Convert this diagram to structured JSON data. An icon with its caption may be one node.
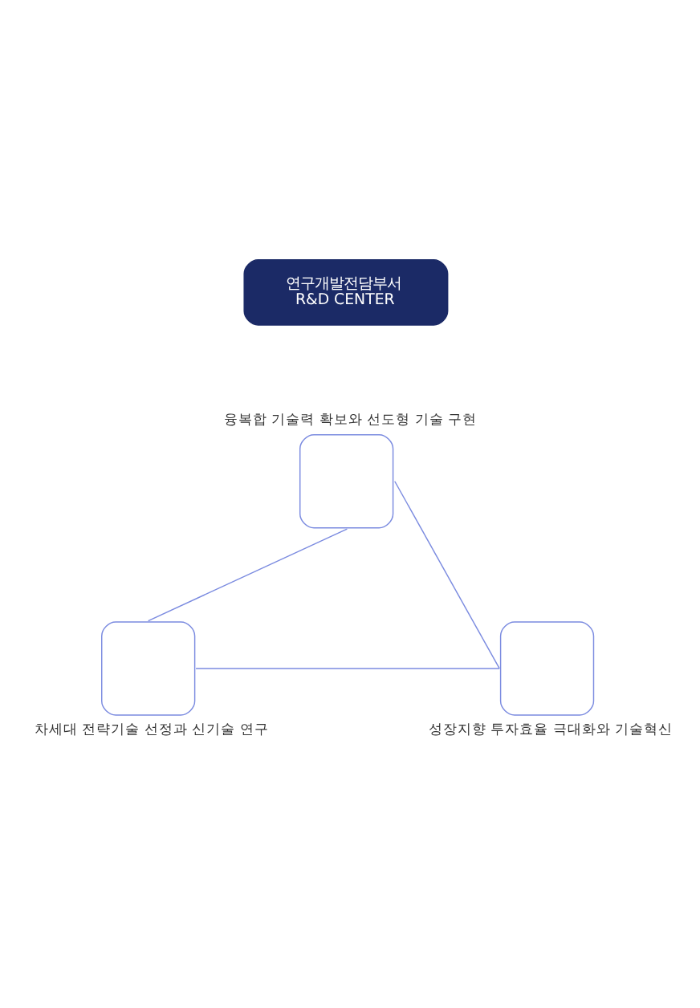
{
  "diagram": {
    "nodes": [
      {
        "text": [
          "연구개발전담부서",
          "R&D CENTER"
        ]
      },
      {
        "text": [
          "융복합 기술력 확보와 선도형 기술 구현"
        ]
      },
      {
        "text": [
          "차세대 전략기술 선정과 신기술 연구"
        ]
      },
      {
        "text": [
          "성장지향 투자효율 극대화와 기술혁신"
        ]
      }
    ],
    "edges": [
      {
        "from": 1,
        "to": 2,
        "arrow": "none"
      },
      {
        "from": 1,
        "to": 3,
        "arrow": "none"
      },
      {
        "from": 2,
        "to": 3,
        "arrow": "none"
      }
    ]
  }
}
